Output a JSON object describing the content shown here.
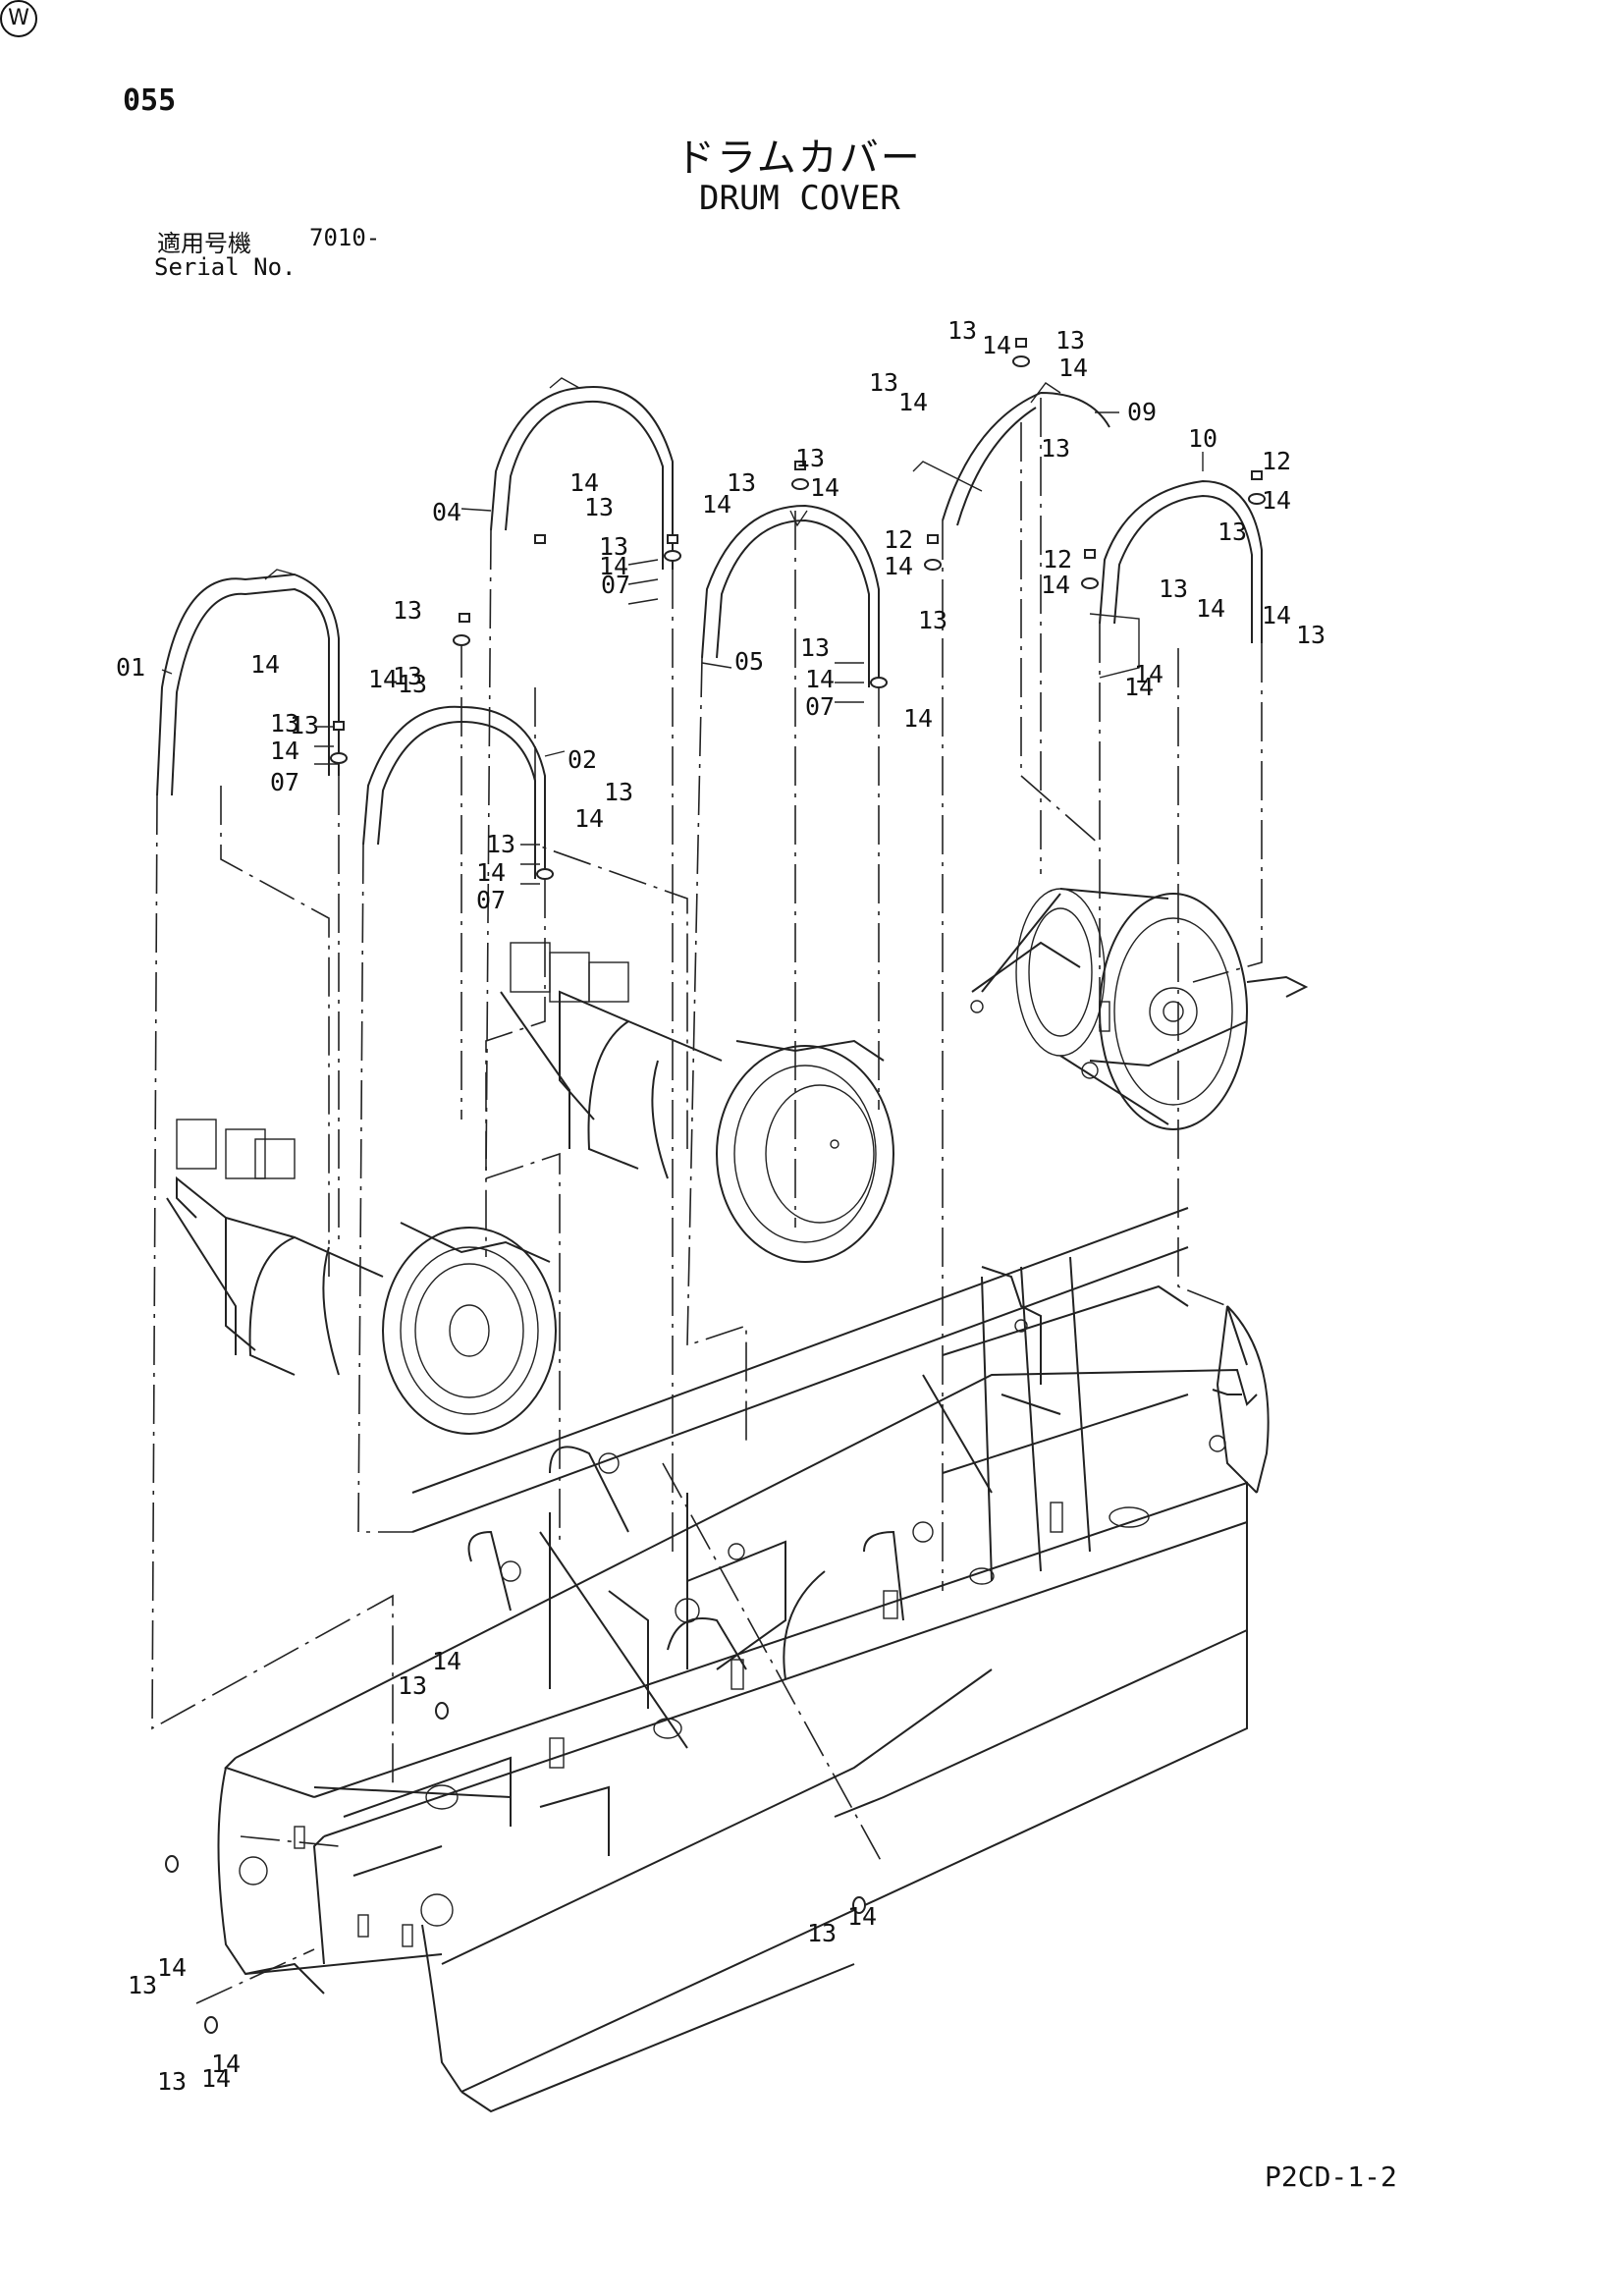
{
  "page": {
    "number": "055",
    "title_jp": "ドラムカバー",
    "title_en": "DRUM COVER",
    "serial_label_jp": "適用号機",
    "serial_value": "7010-",
    "serial_label_en": "Serial No.",
    "drawing_code": "P2CD-1-2",
    "w_mark": "W"
  },
  "icons": [
    "drum-cover-01",
    "drum-cover-02",
    "drum-cover-04",
    "drum-cover-05",
    "drum-cover-09",
    "drum-cover-10",
    "winch-drum",
    "bolt",
    "washer",
    "bracket",
    "frame"
  ],
  "callouts": [
    {
      "id": "c1",
      "text": "01"
    },
    {
      "id": "c2",
      "text": "02"
    },
    {
      "id": "c3",
      "text": "04"
    },
    {
      "id": "c4",
      "text": "05"
    },
    {
      "id": "c5",
      "text": "09"
    },
    {
      "id": "c6",
      "text": "10"
    },
    {
      "id": "c7",
      "text": "07"
    },
    {
      "id": "c8",
      "text": "07"
    },
    {
      "id": "c9",
      "text": "07"
    },
    {
      "id": "c10",
      "text": "07"
    },
    {
      "id": "c11",
      "text": "12"
    },
    {
      "id": "c12",
      "text": "12"
    },
    {
      "id": "c13",
      "text": "12"
    },
    {
      "id": "c14",
      "text": "13"
    },
    {
      "id": "c15",
      "text": "13"
    },
    {
      "id": "c16",
      "text": "13"
    },
    {
      "id": "c17",
      "text": "13"
    },
    {
      "id": "c18",
      "text": "13"
    },
    {
      "id": "c19",
      "text": "13"
    },
    {
      "id": "c20",
      "text": "13"
    },
    {
      "id": "c21",
      "text": "13"
    },
    {
      "id": "c22",
      "text": "13"
    },
    {
      "id": "c23",
      "text": "13"
    },
    {
      "id": "c24",
      "text": "13"
    },
    {
      "id": "c25",
      "text": "13"
    },
    {
      "id": "c26",
      "text": "13"
    },
    {
      "id": "c27",
      "text": "13"
    },
    {
      "id": "c28",
      "text": "13"
    },
    {
      "id": "c29",
      "text": "13"
    },
    {
      "id": "c30",
      "text": "13"
    },
    {
      "id": "c31",
      "text": "13"
    },
    {
      "id": "c32",
      "text": "13"
    },
    {
      "id": "c33",
      "text": "13"
    },
    {
      "id": "c34",
      "text": "13"
    },
    {
      "id": "c35",
      "text": "13"
    },
    {
      "id": "c36",
      "text": "13"
    },
    {
      "id": "c37",
      "text": "13"
    },
    {
      "id": "c38",
      "text": "14"
    },
    {
      "id": "c39",
      "text": "14"
    },
    {
      "id": "c40",
      "text": "14"
    },
    {
      "id": "c41",
      "text": "14"
    },
    {
      "id": "c42",
      "text": "14"
    },
    {
      "id": "c43",
      "text": "14"
    },
    {
      "id": "c44",
      "text": "14"
    },
    {
      "id": "c45",
      "text": "14"
    },
    {
      "id": "c46",
      "text": "14"
    },
    {
      "id": "c47",
      "text": "14"
    },
    {
      "id": "c48",
      "text": "14"
    },
    {
      "id": "c49",
      "text": "14"
    },
    {
      "id": "c50",
      "text": "14"
    },
    {
      "id": "c51",
      "text": "14"
    },
    {
      "id": "c52",
      "text": "14"
    },
    {
      "id": "c53",
      "text": "14"
    },
    {
      "id": "c54",
      "text": "14"
    },
    {
      "id": "c55",
      "text": "14"
    },
    {
      "id": "c56",
      "text": "14"
    },
    {
      "id": "c57",
      "text": "14"
    },
    {
      "id": "c58",
      "text": "14"
    },
    {
      "id": "c59",
      "text": "14"
    },
    {
      "id": "c60",
      "text": "14"
    },
    {
      "id": "c61",
      "text": "14"
    },
    {
      "id": "c62",
      "text": "14"
    },
    {
      "id": "c63",
      "text": "14"
    }
  ]
}
